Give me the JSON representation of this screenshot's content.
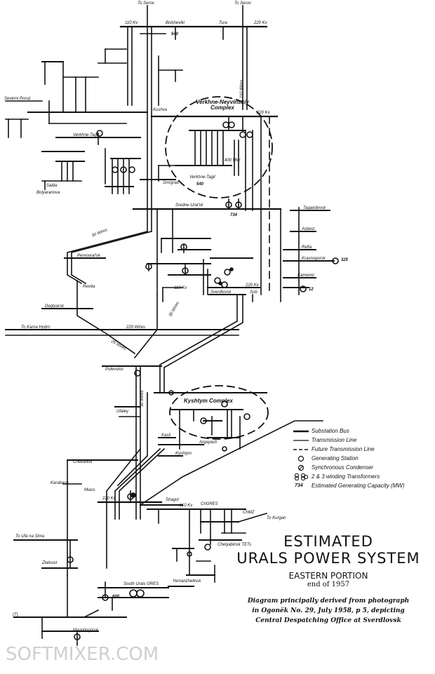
{
  "labels": {
    "to_serov_left": "To Serov",
    "to_serov_right": "To Serov",
    "kv110_top": "110 Kv",
    "kv220_top": "220 Kv",
    "bolshevik": "Bolsheviki",
    "tura": "Tura",
    "mw_540_top": "540",
    "lines_110": "110 Wires",
    "severni_poruzh": "Severni Poruz",
    "krasnaya": "Kushva",
    "kv220_mid": "220 Kv",
    "verkhne_tagil": "Verkhne-Tagil",
    "mw_400": "400 MW",
    "verkhne_tagil_2": "Verkhne-Tagil",
    "mw_540_mid": "540",
    "salda": "Salda",
    "bolyaranova": "Bolyaranova",
    "smrgrad": "Smrgrad",
    "sredne_uralsk": "Sredne-Ural'sk",
    "mw_734": "734",
    "tagandovsk": "Tagandovsk",
    "asbest": "Asbest",
    "reftinsk": "Refta",
    "krasnogorsk": "Krasnogorsk",
    "mw_325": "325",
    "kamenni": "Kamenni",
    "mw_12": "12",
    "pervouralsk": "Pervoural'sk",
    "revda": "Revda",
    "degtyarsk": "Degtyarsk",
    "kv110_mid": "110 Kv",
    "kv220_sverdl": "220 Kv",
    "sverdlovsk": "Sverdlovsk",
    "sob": "Sob",
    "to_kama_hydro": "To Kama Hydro",
    "lines_220": "220 Wires",
    "lines_30_a": "30 Wires",
    "lines_30_b": "30 Wires",
    "lines_30_c": "30 Wires",
    "lines_25": "25 Wires",
    "polevskoi": "Polevskoi",
    "ufaley": "Ufaley",
    "kyshtym": "Kyshtym",
    "argayash": "Argayash",
    "kasli": "Kasli",
    "kv_110_low": "110 Kv",
    "kv_220_low": "220 Kv",
    "karabash": "Karabash",
    "miass": "Miass",
    "chebarkul": "Chebarkul",
    "shagol": "Shagol",
    "chgres": "ChGRES",
    "chmz": "ChMZ",
    "to_kurgan": "To Kurgan",
    "chelyabinsk_tets": "Chelyabinsk TETs",
    "to_ufa_sim": "To Ufa na Sima",
    "zlatoust": "Zlatoust",
    "yemanzhelinsk": "Yemanzhelinsk",
    "south_urals_gres": "South Urals GRES",
    "mw_600": "600",
    "magnitogorsk": "Magnitogorsk",
    "to_label": "(T)"
  },
  "complexes": {
    "verkhne": "Verkhne-Neyvinskiy Complex",
    "kyshtym": "Kyshtym Complex"
  },
  "legend": [
    {
      "icon": "substation-bus",
      "text": "Substation Bus"
    },
    {
      "icon": "transmission-line",
      "text": "Transmission Line"
    },
    {
      "icon": "future-line",
      "text": "Future Transmission Line"
    },
    {
      "icon": "generating-station",
      "text": "Generating Station"
    },
    {
      "icon": "synchronous-condenser",
      "text": "Synchronous Condenser"
    },
    {
      "icon": "transformers",
      "text": "2 & 3 winding Transformers"
    },
    {
      "icon": "capacity-number",
      "number": "734",
      "text": "Estimated Generating Capacity (MW)"
    }
  ],
  "title": {
    "line1": "ESTIMATED",
    "line2": "URALS POWER SYSTEM",
    "line3": "EASTERN PORTION",
    "line4": "end of 1957",
    "note1": "Diagram principally derived from photograph",
    "note2": "in Ogonëk No. 29, July 1958, p 5, depicting",
    "note3": "Central Despatching Office at Sverdlovsk"
  },
  "watermark": "SOFTMIXER.COM"
}
